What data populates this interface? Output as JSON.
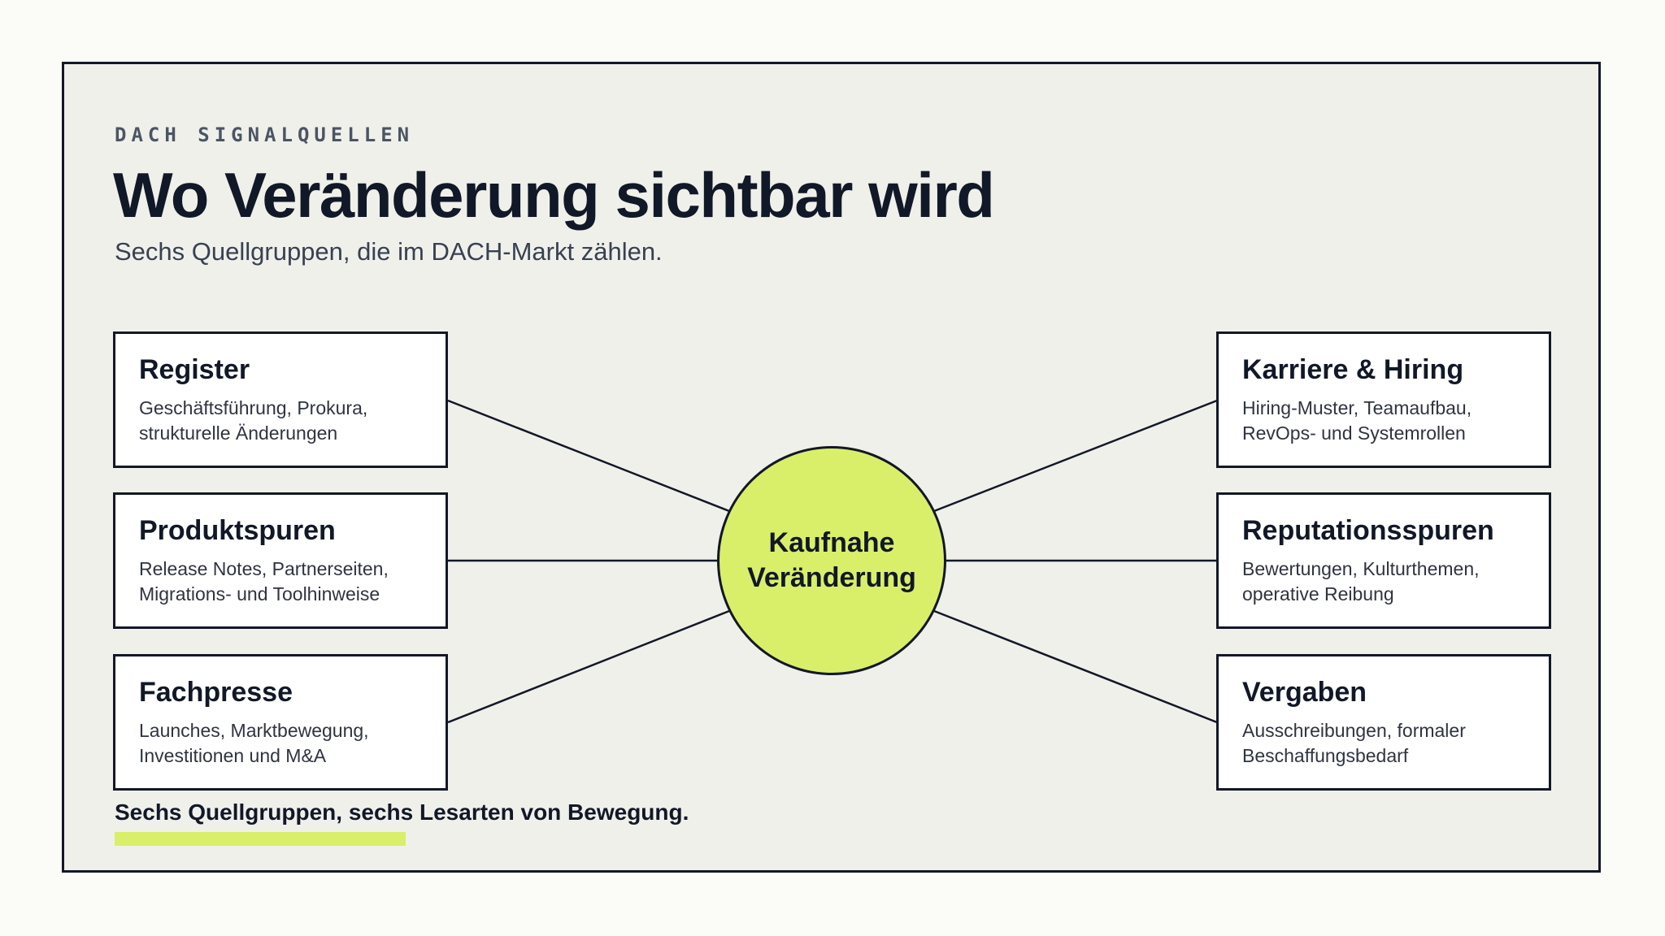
{
  "header": {
    "eyebrow": "DACH SIGNALQUELLEN",
    "title": "Wo Veränderung sichtbar wird",
    "subtitle": "Sechs Quellgruppen, die im DACH-Markt zählen."
  },
  "diagram": {
    "hub": {
      "label": "Kaufnahe\nVeränderung"
    },
    "left_sources": [
      {
        "title": "Register",
        "description": "Geschäftsführung, Prokura,\nstrukturelle Änderungen"
      },
      {
        "title": "Produktspuren",
        "description": "Release Notes, Partnerseiten,\nMigrations- und Toolhinweise"
      },
      {
        "title": "Fachpresse",
        "description": "Launches, Marktbewegung,\nInvestitionen und M&A"
      }
    ],
    "right_sources": [
      {
        "title": "Karriere & Hiring",
        "description": "Hiring-Muster, Teamaufbau,\nRevOps- und Systemrollen"
      },
      {
        "title": "Reputationsspuren",
        "description": "Bewertungen, Kulturthemen,\noperative Reibung"
      },
      {
        "title": "Vergaben",
        "description": "Ausschreibungen, formaler\nBeschaffungsbedarf"
      }
    ]
  },
  "footer": {
    "caption": "Sechs Quellgruppen, sechs Lesarten von Bewegung."
  },
  "colors": {
    "accent": "#d9ef6a",
    "ink": "#121826",
    "panel": "#f0f0eb",
    "card": "#ffffff"
  }
}
